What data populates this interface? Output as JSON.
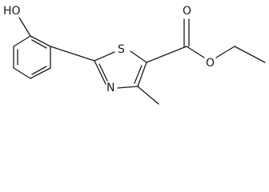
{
  "molecule": {
    "atoms": {
      "hydroxyl": "HO",
      "sulfur": "S",
      "nitrogen": "N",
      "carbonyl_oxygen": "O",
      "ester_oxygen": "O"
    }
  }
}
